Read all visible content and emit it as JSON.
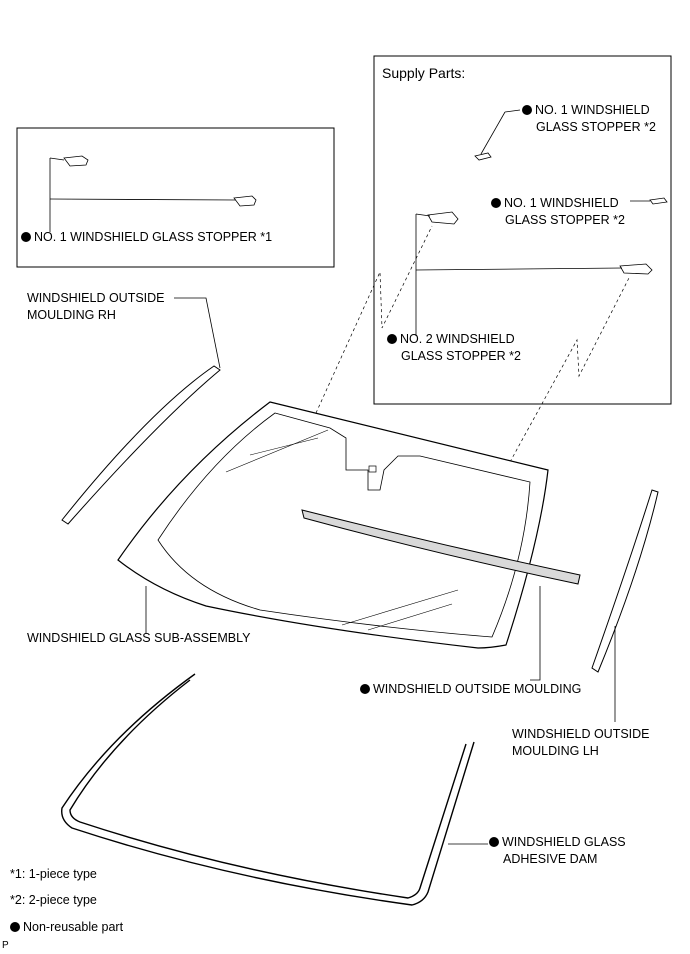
{
  "boxes": {
    "supply_title": "Supply Parts:"
  },
  "labels": {
    "stopper_1_box1": "NO. 1 WINDSHIELD GLASS STOPPER *1",
    "supply_stopper1_a": [
      "NO. 1 WINDSHIELD",
      "GLASS STOPPER *2"
    ],
    "supply_stopper1_b": [
      "NO. 1 WINDSHIELD",
      "GLASS STOPPER *2"
    ],
    "supply_stopper2": [
      "NO. 2 WINDSHIELD",
      "GLASS STOPPER *2"
    ],
    "moulding_rh": [
      "WINDSHIELD OUTSIDE",
      "MOULDING RH"
    ],
    "glass_sub_assembly": "WINDSHIELD GLASS SUB-ASSEMBLY",
    "outside_moulding": "WINDSHIELD OUTSIDE MOULDING",
    "moulding_lh": [
      "WINDSHIELD OUTSIDE",
      "MOULDING LH"
    ],
    "adhesive_dam": [
      "WINDSHIELD GLASS",
      "ADHESIVE DAM"
    ]
  },
  "legend": {
    "note1": "*1: 1-piece type",
    "note2": "*2: 2-piece type",
    "non_reusable": "Non-reusable part"
  },
  "corner_mark": "P",
  "colors": {
    "line": "#000000",
    "part_fill": "#ffffff",
    "part_shade": "#d9d9d9",
    "bullet": "#000000"
  }
}
